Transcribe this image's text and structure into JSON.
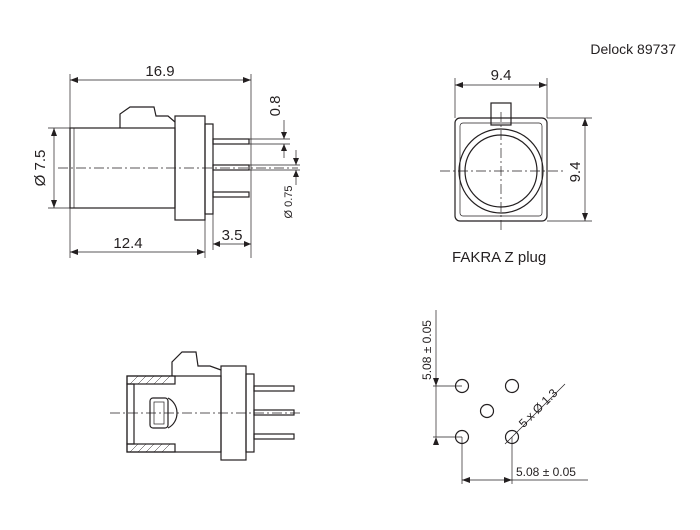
{
  "header": {
    "model": "Delock 89737"
  },
  "side_view": {
    "overall_length": "16.9",
    "body_length": "12.4",
    "pin_length": "3.5",
    "diameter": "Ø 7.5",
    "pin_pitch": "0.8",
    "pin_diameter": "Ø 0.75"
  },
  "front_view": {
    "width": "9.4",
    "height": "9.4",
    "caption": "FAKRA Z plug"
  },
  "footprint": {
    "pitch_vertical": "5.08 ± 0.05",
    "pitch_horizontal": "5.08 ± 0.05",
    "holes": "5 x Ø 1.3"
  }
}
